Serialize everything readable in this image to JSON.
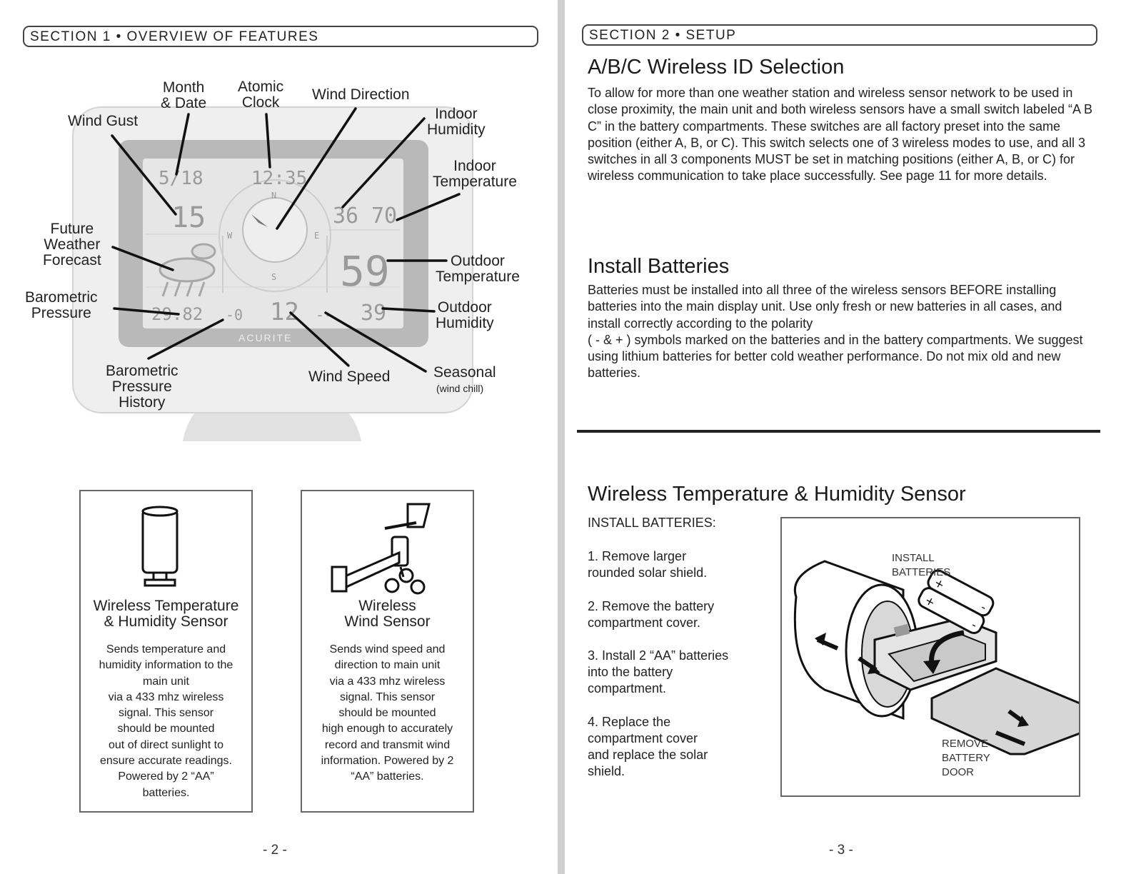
{
  "left_page": {
    "section_header": "SECTION 1 • OVERVIEW OF FEATURES",
    "callouts": {
      "month_date": "Month\n& Date",
      "atomic_clock": "Atomic\nClock",
      "wind_direction": "Wind Direction",
      "indoor_humidity": "Indoor\nHumidity",
      "wind_gust": "Wind Gust",
      "indoor_temperature": "Indoor\nTemperature",
      "future_weather_forecast": "Future\nWeather\nForecast",
      "outdoor_temperature": "Outdoor\nTemperature",
      "barometric_pressure": "Barometric\nPressure",
      "outdoor_humidity": "Outdoor\nHumidity",
      "barometric_pressure_history": "Barometric\nPressure\nHistory",
      "wind_speed": "Wind Speed",
      "seasonal": "Seasonal",
      "seasonal_note": "(wind chill)"
    },
    "display": {
      "date": "5/18",
      "time": "12:35",
      "wind_gust": "15",
      "indoor_humidity": "36",
      "indoor_temp": "70",
      "outdoor_temp": "59",
      "outdoor_humidity": "39",
      "pressure": "29.82",
      "wind_speed": "12",
      "pressure_trend": "-0",
      "wind_chill": "--",
      "brand": "ACURITE",
      "compass_n": "N",
      "compass_s": "S",
      "compass_e": "E",
      "compass_w": "W"
    },
    "sensor_boxes": [
      {
        "title": "Wireless Temperature\n& Humidity Sensor",
        "description": "Sends temperature and\nhumidity information to the\nmain unit\nvia a 433 mhz wireless\nsignal. This sensor\nshould be mounted\nout of direct sunlight to\nensure accurate readings.\nPowered by 2 “AA”\nbatteries."
      },
      {
        "title": "Wireless\nWind Sensor",
        "description": "Sends wind speed and\ndirection to main unit\nvia a 433 mhz wireless\nsignal. This sensor\nshould be mounted\nhigh enough to accurately\nrecord and transmit wind\ninformation. Powered by 2\n“AA” batteries."
      }
    ],
    "page_number": "- 2 -"
  },
  "right_page": {
    "section_header": "SECTION 2 • SETUP",
    "abc": {
      "heading": "A/B/C Wireless ID Selection",
      "body": "To allow for more than one weather station and wireless sensor network to be used in close proximity, the main unit and both wireless sensors have a small switch labeled “A B C” in the battery compartments. These switches are all factory preset into the same position (either A, B, or C). This switch selects one of 3 wireless modes to use, and all 3 switches in all 3 components MUST be set in matching positions (either A, B, or C) for wireless communication to take place successfully. See page 11 for more details."
    },
    "batteries": {
      "heading": "Install Batteries",
      "body": "Batteries must be installed into all three of the wireless sensors BEFORE installing batteries into the main display unit. Use only fresh or new batteries in all cases, and install correctly according to the polarity\n( - & + ) symbols marked on the batteries and in the battery compartments. We suggest using lithium batteries for better cold weather performance. Do not mix old and new batteries."
    },
    "sensor_section": {
      "heading": "Wireless Temperature & Humidity Sensor",
      "subheading": "INSTALL BATTERIES:",
      "steps": [
        "1. Remove larger\nrounded solar shield.",
        "2. Remove the battery\ncompartment cover.",
        "3. Install 2 “AA” batteries\ninto the battery\ncompartment.",
        "4. Replace the\ncompartment cover\nand replace the solar\nshield."
      ],
      "figure_labels": {
        "install": "INSTALL\nBATTERIES",
        "remove": "REMOVE\nBATTERY\nDOOR"
      }
    },
    "page_number": "- 3 -"
  }
}
